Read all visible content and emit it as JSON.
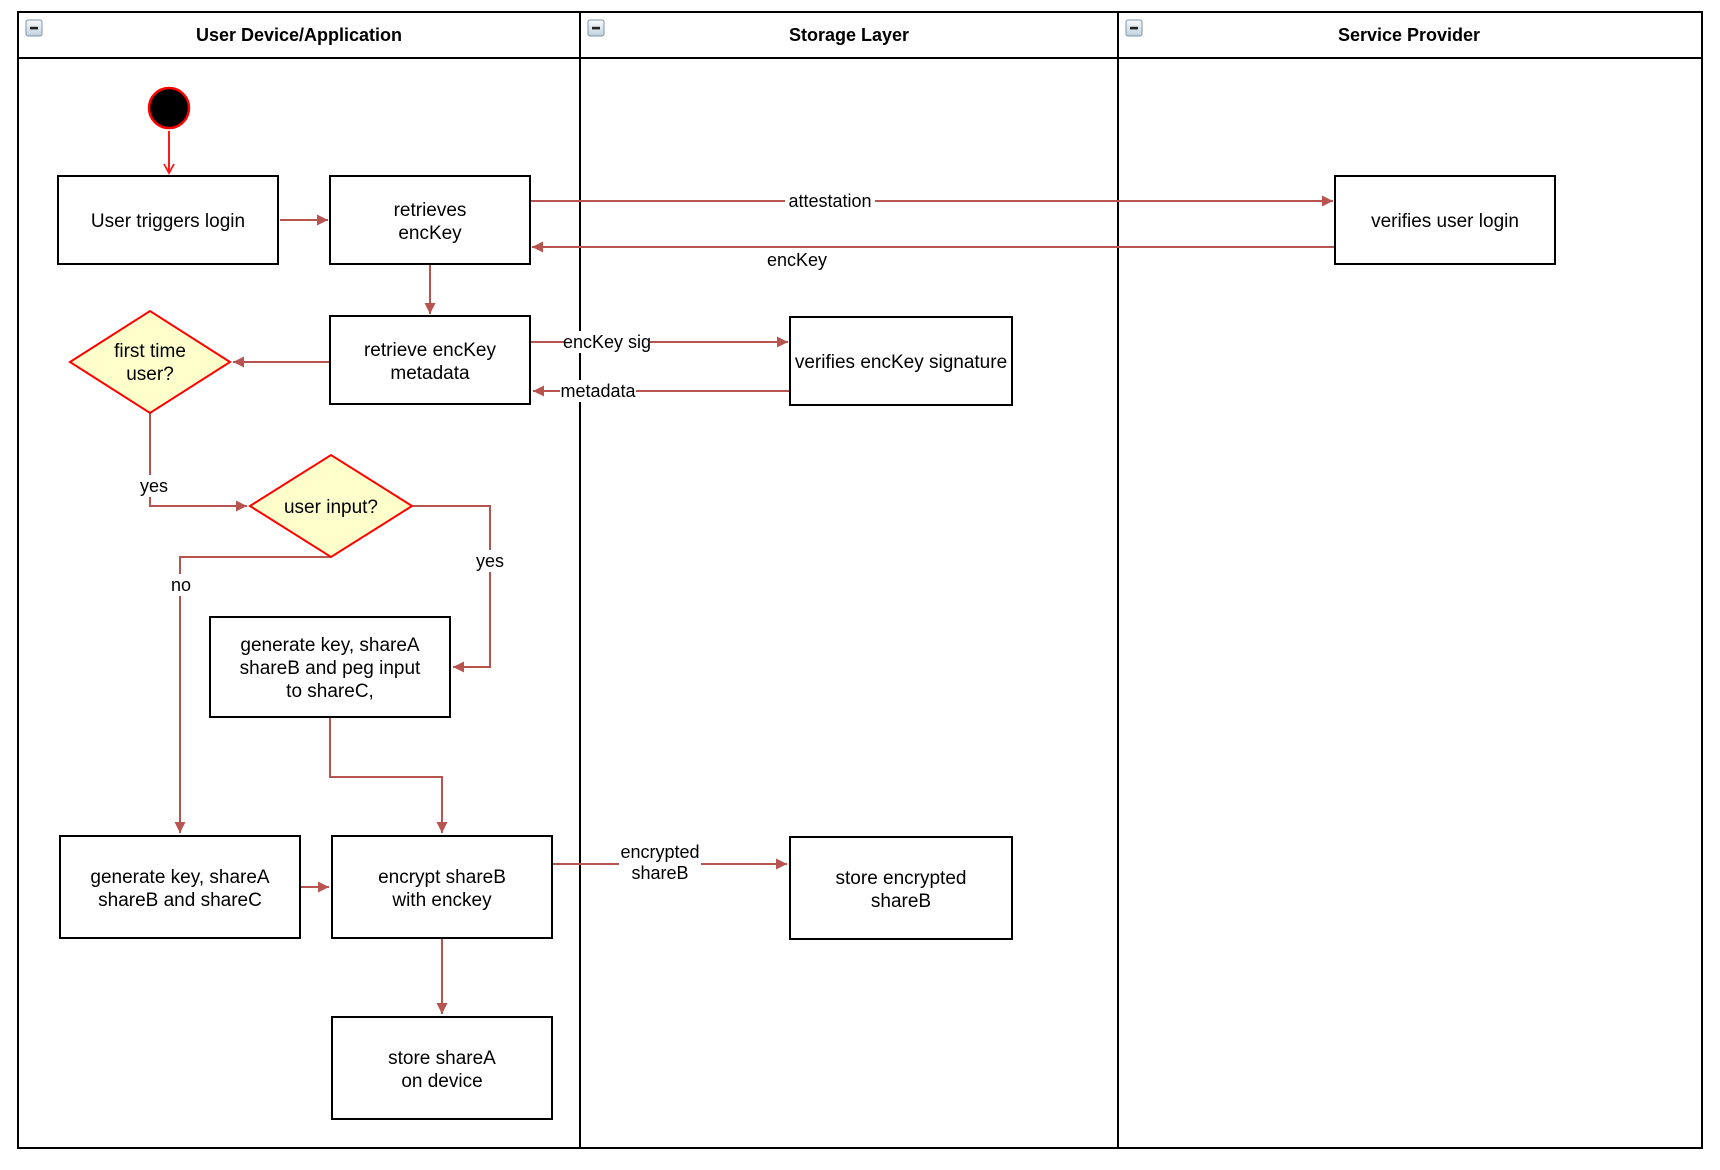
{
  "diagram": {
    "kind": "swimlane-flowchart",
    "lanes": [
      {
        "id": "user-device",
        "title": "User Device/Application"
      },
      {
        "id": "storage-layer",
        "title": "Storage Layer"
      },
      {
        "id": "service-provider",
        "title": "Service Provider"
      }
    ],
    "nodes": {
      "start": {
        "type": "initial-state"
      },
      "user_triggers_login": {
        "type": "process",
        "lines": [
          "User triggers login"
        ]
      },
      "retrieves_enckey": {
        "type": "process",
        "lines": [
          "retrieves",
          "encKey"
        ]
      },
      "retrieve_enckey_metadata": {
        "type": "process",
        "lines": [
          "retrieve encKey",
          "metadata"
        ]
      },
      "first_time_user": {
        "type": "decision",
        "lines": [
          "first time",
          "user?"
        ]
      },
      "user_input": {
        "type": "decision",
        "lines": [
          "user input?"
        ]
      },
      "generate_key_peg_input": {
        "type": "process",
        "lines": [
          "generate key, shareA",
          "shareB and peg input",
          "to shareC,"
        ]
      },
      "generate_key_shares": {
        "type": "process",
        "lines": [
          "generate key, shareA",
          "shareB and shareC"
        ]
      },
      "encrypt_shareb": {
        "type": "process",
        "lines": [
          "encrypt shareB",
          "with enckey"
        ]
      },
      "store_sharea": {
        "type": "process",
        "lines": [
          "store shareA",
          "on device"
        ]
      },
      "verifies_enckey_signature": {
        "type": "process",
        "lines": [
          "verifies encKey signature"
        ]
      },
      "store_encrypted_shareb": {
        "type": "process",
        "lines": [
          "store encrypted",
          "shareB"
        ]
      },
      "verifies_user_login": {
        "type": "process",
        "lines": [
          "verifies user login"
        ]
      }
    },
    "edge_labels": {
      "attestation": "attestation",
      "enckey": "encKey",
      "enckey_sig": "encKey sig",
      "metadata": "metadata",
      "encrypted_shareb_line1": "encrypted",
      "encrypted_shareb_line2": "shareB",
      "first_time_user_yes": "yes",
      "user_input_yes": "yes",
      "user_input_no": "no"
    },
    "colors": {
      "connector": "#b85450",
      "start_connector": "#ff1a1a",
      "decision_fill": "#ffffcc",
      "decision_stroke": "#ff0000",
      "process_fill": "#ffffff",
      "process_stroke": "#000000",
      "lane_stroke": "#000000",
      "start_state_fill": "#000000",
      "start_state_stroke": "#ff0000"
    }
  }
}
